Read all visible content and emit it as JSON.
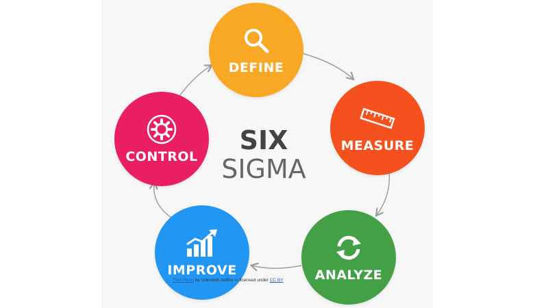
{
  "center": {
    "line1": "SIX",
    "line2": "SIGMA"
  },
  "steps": [
    {
      "label": "DEFINE",
      "color": "#f9a825",
      "icon": "magnifier-icon"
    },
    {
      "label": "MEASURE",
      "color": "#f4511e",
      "icon": "ruler-icon"
    },
    {
      "label": "ANALYZE",
      "color": "#43a047",
      "icon": "refresh-arrows-icon"
    },
    {
      "label": "IMPROVE",
      "color": "#2196f3",
      "icon": "growth-chart-icon"
    },
    {
      "label": "CONTROL",
      "color": "#e91e63",
      "icon": "gear-cycle-icon"
    }
  ],
  "arrow_color": "#9e9e9e",
  "credit": {
    "link1": "This Photo",
    "middle": " by Unknown Author is licensed under ",
    "link2": "CC BY"
  }
}
